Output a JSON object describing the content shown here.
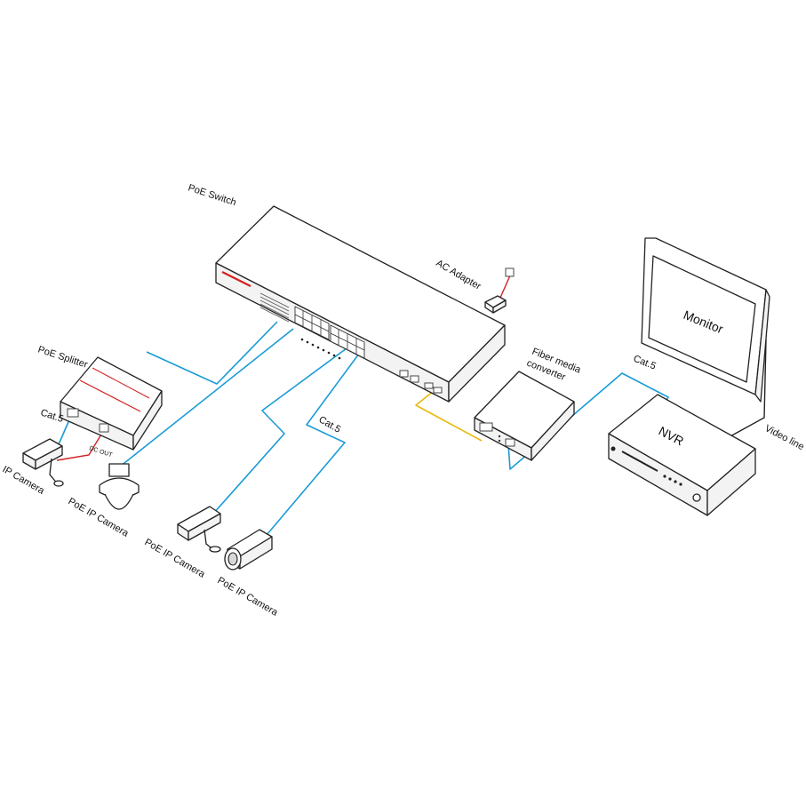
{
  "labels": {
    "poe_switch": "PoE Switch",
    "ac_adapter": "AC Adapter",
    "poe_splitter": "PoE Splitter",
    "cat5_splitter": "Cat.5",
    "dc_out": "DC OUT",
    "ip_camera": "IP Camera",
    "poe_ip_camera_dome": "PoE IP Camera",
    "poe_ip_camera_box": "PoE IP Camera",
    "poe_ip_camera_bullet": "PoE IP Camera",
    "cat5_middle": "Cat.5",
    "fiber_media_converter_line1": "Fiber media",
    "fiber_media_converter_line2": "converter",
    "cat5_right": "Cat.5",
    "monitor": "Monitor",
    "nvr": "NVR",
    "video_line": "Video line"
  },
  "colors": {
    "ethernet_cable": "#1a9bd7",
    "fiber_cable": "#e8b90c",
    "power_cable": "#d32020",
    "video_cable": "#222222",
    "brand_accent": "#d32020"
  }
}
